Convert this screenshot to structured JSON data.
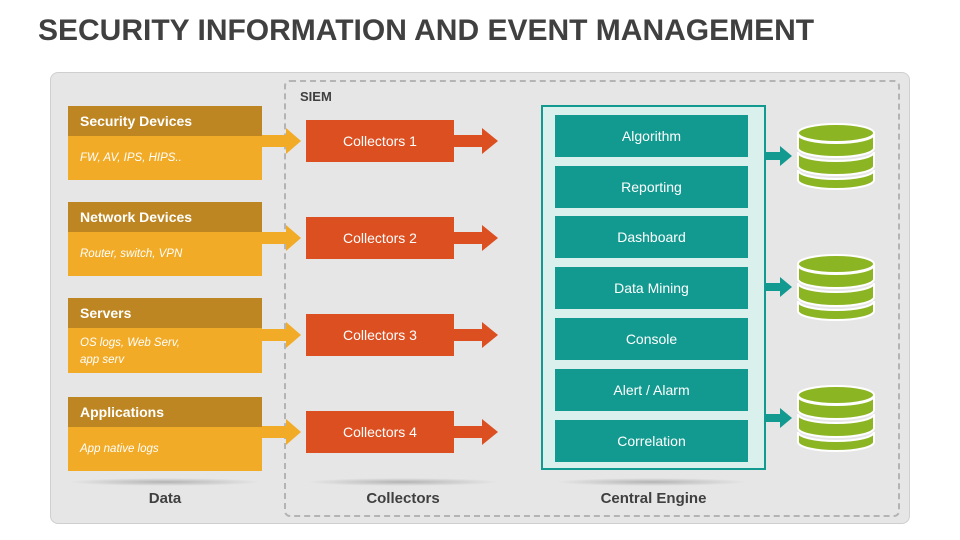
{
  "title": "SECURITY INFORMATION AND EVENT MANAGEMENT",
  "siem_label": "SIEM",
  "sources": [
    {
      "heading": "Security Devices",
      "detail": "FW, AV, IPS, HIPS.."
    },
    {
      "heading": "Network Devices",
      "detail": "Router, switch, VPN"
    },
    {
      "heading": "Servers",
      "detail": "OS logs, Web Serv, app serv"
    },
    {
      "heading": "Applications",
      "detail": "App native logs"
    }
  ],
  "collectors": [
    "Collectors 1",
    "Collectors 2",
    "Collectors 3",
    "Collectors 4"
  ],
  "engine_items": [
    "Algorithm",
    "Reporting",
    "Dashboard",
    "Data Mining",
    "Console",
    "Alert / Alarm",
    "Correlation"
  ],
  "footer": {
    "data": "Data",
    "collectors": "Collectors",
    "engine": "Central Engine"
  },
  "colors": {
    "source_head": "#bd8622",
    "source_body": "#f1ab27",
    "collector": "#dc4f20",
    "engine": "#139a90",
    "database": "#8cb523"
  },
  "icons": {
    "database": "database-icon"
  }
}
